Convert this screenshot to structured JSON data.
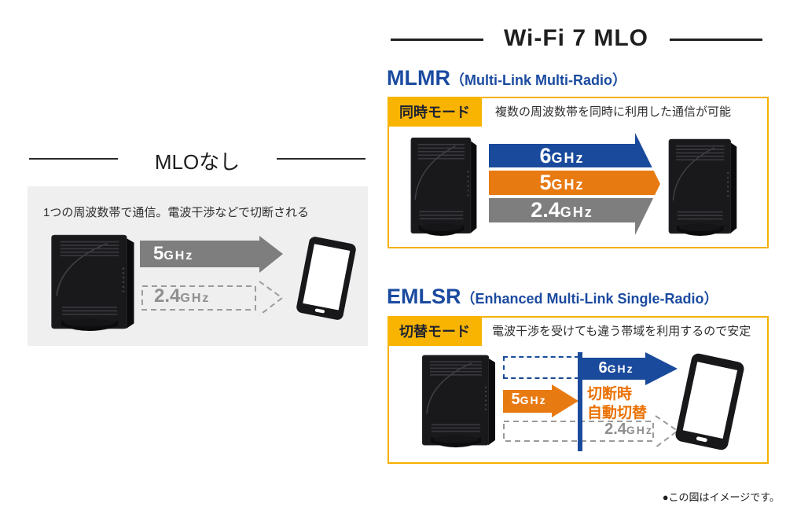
{
  "main_title": "Wi-Fi 7 MLO",
  "footer_note": "●この図はイメージです。",
  "no_mlo": {
    "title": "MLOなし",
    "caption": "1つの周波数帯で通信。電波干渉などで切断される",
    "band_5ghz": {
      "value": "5",
      "unit": "GHz"
    },
    "band_24ghz": {
      "value": "2.4",
      "unit": "GHz"
    }
  },
  "mlmr": {
    "name": "MLMR",
    "subtitle": "（Multi-Link Multi-Radio）",
    "mode_label": "同時モード",
    "caption": "複数の周波数帯を同時に利用した通信が可能",
    "bands": [
      {
        "value": "6",
        "unit": "GHz",
        "color": "#1a4a9c"
      },
      {
        "value": "5",
        "unit": "GHz",
        "color": "#e87a12"
      },
      {
        "value": "2.4",
        "unit": "GHz",
        "color": "#7e7e7e"
      }
    ]
  },
  "emlsr": {
    "name": "EMLSR",
    "subtitle": "（Enhanced Multi-Link Single-Radio）",
    "mode_label": "切替モード",
    "caption": "電波干渉を受けても違う帯域を利用するので安定",
    "band_6ghz": {
      "value": "6",
      "unit": "GHz"
    },
    "band_5ghz": {
      "value": "5",
      "unit": "GHz"
    },
    "band_24ghz": {
      "value": "2.4",
      "unit": "GHz"
    },
    "switch_note": {
      "line1": "切断時",
      "line2": "自動切替"
    }
  },
  "colors": {
    "blue": "#1a4a9c",
    "orange": "#e87a12",
    "gray": "#7e7e7e",
    "dashed_gray": "#9b9b9b",
    "yellow": "#f8b400",
    "panel_border": "#f5b000",
    "panel_bg_gray": "#efefef",
    "heading_blue": "#1b4ba0",
    "switch_note_orange": "#ea7000"
  }
}
